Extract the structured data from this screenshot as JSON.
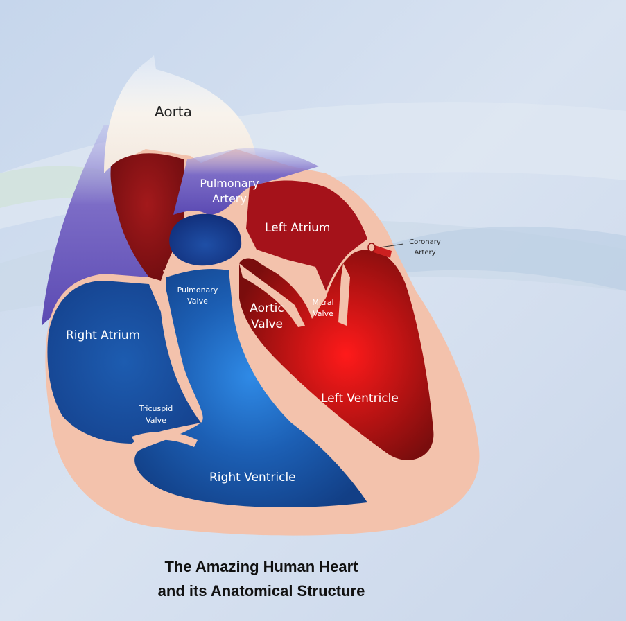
{
  "labels": {
    "aorta": "Aorta",
    "pulmonary_artery_1": "Pulmonary",
    "pulmonary_artery_2": "Artery",
    "left_atrium": "Left Atrium",
    "coronary_artery_1": "Coronary",
    "coronary_artery_2": "Artery",
    "pulmonary_valve_1": "Pulmonary",
    "pulmonary_valve_2": "Valve",
    "aortic_valve_1": "Aortic",
    "aortic_valve_2": "Valve",
    "mitral_valve_1": "Mitral",
    "mitral_valve_2": "Valve",
    "right_atrium": "Right Atrium",
    "tricuspid_valve_1": "Tricuspid",
    "tricuspid_valve_2": "Valve",
    "left_ventricle": "Left Ventricle",
    "right_ventricle": "Right Ventricle"
  },
  "caption": {
    "line1": "The Amazing Human Heart",
    "line2": "and its Anatomical Structure"
  },
  "colors": {
    "background": "#cfdcee",
    "tissue": "#f4c3ad",
    "left_side": "#b01010",
    "right_side": "#1a55a8",
    "vessel_purple": "#6a5cb8",
    "aorta": "#f6f1ea"
  }
}
